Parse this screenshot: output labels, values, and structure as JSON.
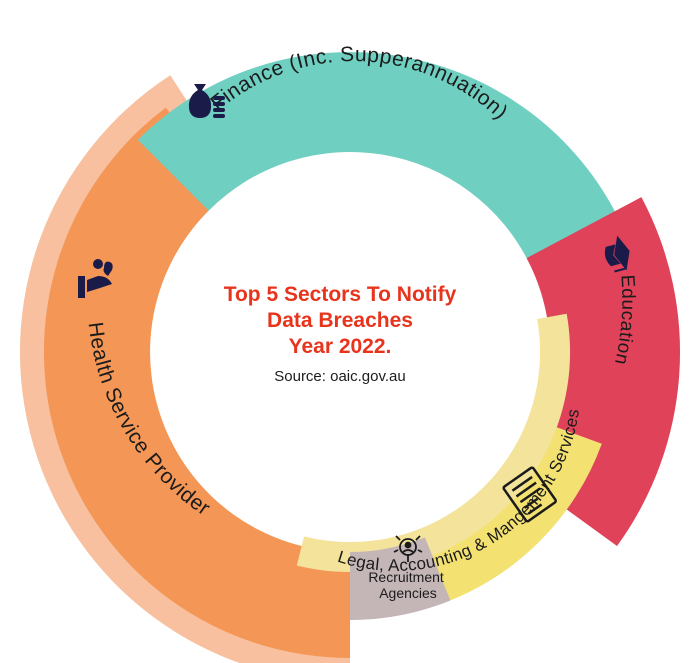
{
  "center": {
    "title_lines": [
      "Top 5 Sectors To Notify",
      "Data Breaches",
      "Year 2022."
    ],
    "source": "Source: oaic.gov.au"
  },
  "sectors": [
    {
      "label": "Finance (Inc. Supperannuation)",
      "icon": "money-bag-coins-icon",
      "color": "#6fcfc1"
    },
    {
      "label": "Education",
      "icon": "graduation-cap-icon",
      "color": "#e0425a"
    },
    {
      "label": "Legal, Accounting & Mangement Services",
      "icon": "legal-document-icon",
      "color": "#f4e39a"
    },
    {
      "label_lines": [
        "Recruitment",
        "Agencies"
      ],
      "icon": "recruiter-network-icon",
      "color": "#c4b5b7"
    },
    {
      "label": "Health Service Provider",
      "icon": "hand-heart-icon",
      "color": "#f49655"
    }
  ],
  "colors": {
    "health_outer": "#f8c09e",
    "legal_outer": "#f3e172",
    "title_red": "#e8341c"
  }
}
